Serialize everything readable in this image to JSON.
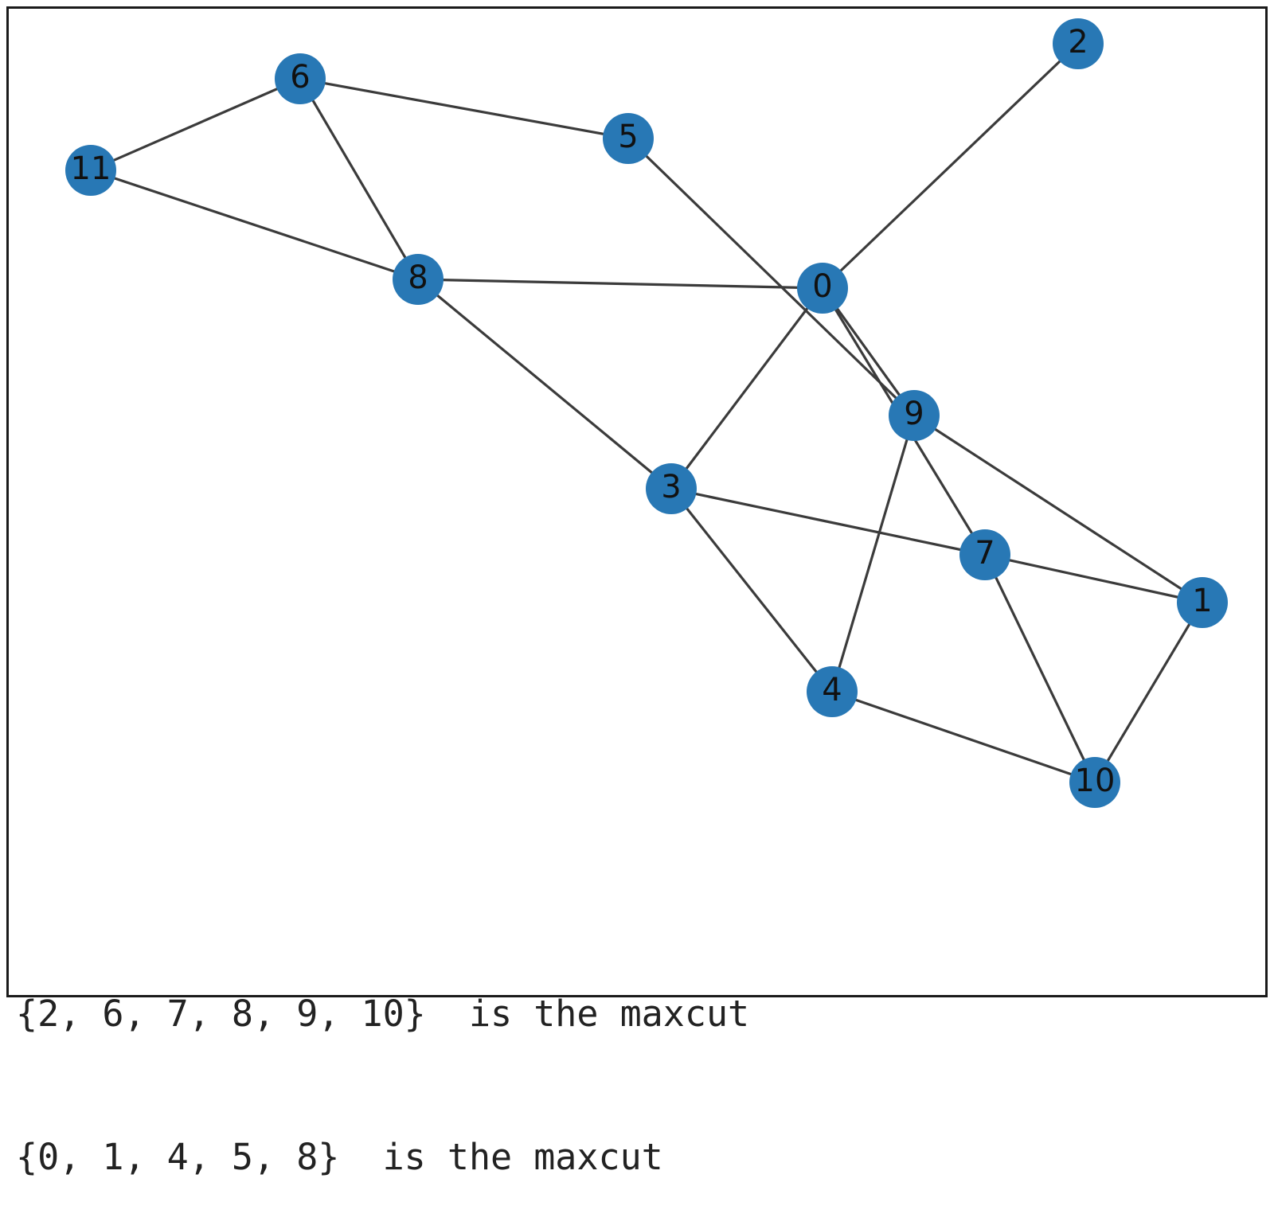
{
  "graph": {
    "node_color": "#2878b5",
    "edge_color": "#3b3b3b",
    "nodes": [
      {
        "id": "0",
        "label": "0"
      },
      {
        "id": "1",
        "label": "1"
      },
      {
        "id": "2",
        "label": "2"
      },
      {
        "id": "3",
        "label": "3"
      },
      {
        "id": "4",
        "label": "4"
      },
      {
        "id": "5",
        "label": "5"
      },
      {
        "id": "6",
        "label": "6"
      },
      {
        "id": "7",
        "label": "7"
      },
      {
        "id": "8",
        "label": "8"
      },
      {
        "id": "9",
        "label": "9"
      },
      {
        "id": "10",
        "label": "10"
      },
      {
        "id": "11",
        "label": "11"
      }
    ],
    "edges": [
      [
        "6",
        "11"
      ],
      [
        "6",
        "5"
      ],
      [
        "6",
        "8"
      ],
      [
        "11",
        "8"
      ],
      [
        "8",
        "0"
      ],
      [
        "8",
        "3"
      ],
      [
        "5",
        "9"
      ],
      [
        "0",
        "2"
      ],
      [
        "0",
        "3"
      ],
      [
        "0",
        "9"
      ],
      [
        "0",
        "7"
      ],
      [
        "9",
        "4"
      ],
      [
        "9",
        "1"
      ],
      [
        "3",
        "7"
      ],
      [
        "3",
        "4"
      ],
      [
        "7",
        "1"
      ],
      [
        "7",
        "10"
      ],
      [
        "4",
        "10"
      ],
      [
        "1",
        "10"
      ]
    ]
  },
  "output": {
    "lines": [
      "{2, 6, 7, 8, 9, 10}  is the maxcut",
      "{0, 1, 4, 5, 8}  is the maxcut"
    ]
  }
}
